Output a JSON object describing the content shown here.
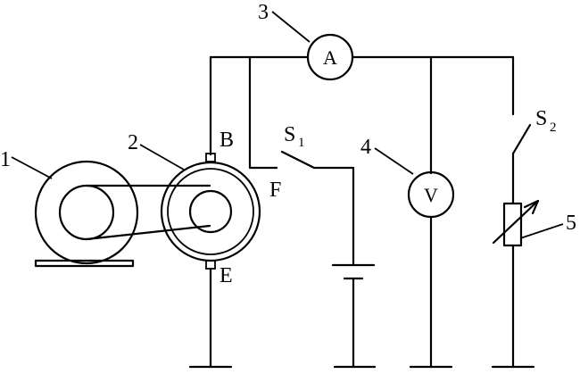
{
  "labels": {
    "n1": "1",
    "n2": "2",
    "n3": "3",
    "n4": "4",
    "n5": "5",
    "B": "B",
    "E": "E",
    "F": "F",
    "S1_main": "S",
    "S1_sub": "1",
    "S2_main": "S",
    "S2_sub": "2"
  },
  "meters": {
    "ammeter": "A",
    "voltmeter": "V"
  },
  "colors": {
    "line": "#000000",
    "background": "#ffffff"
  }
}
